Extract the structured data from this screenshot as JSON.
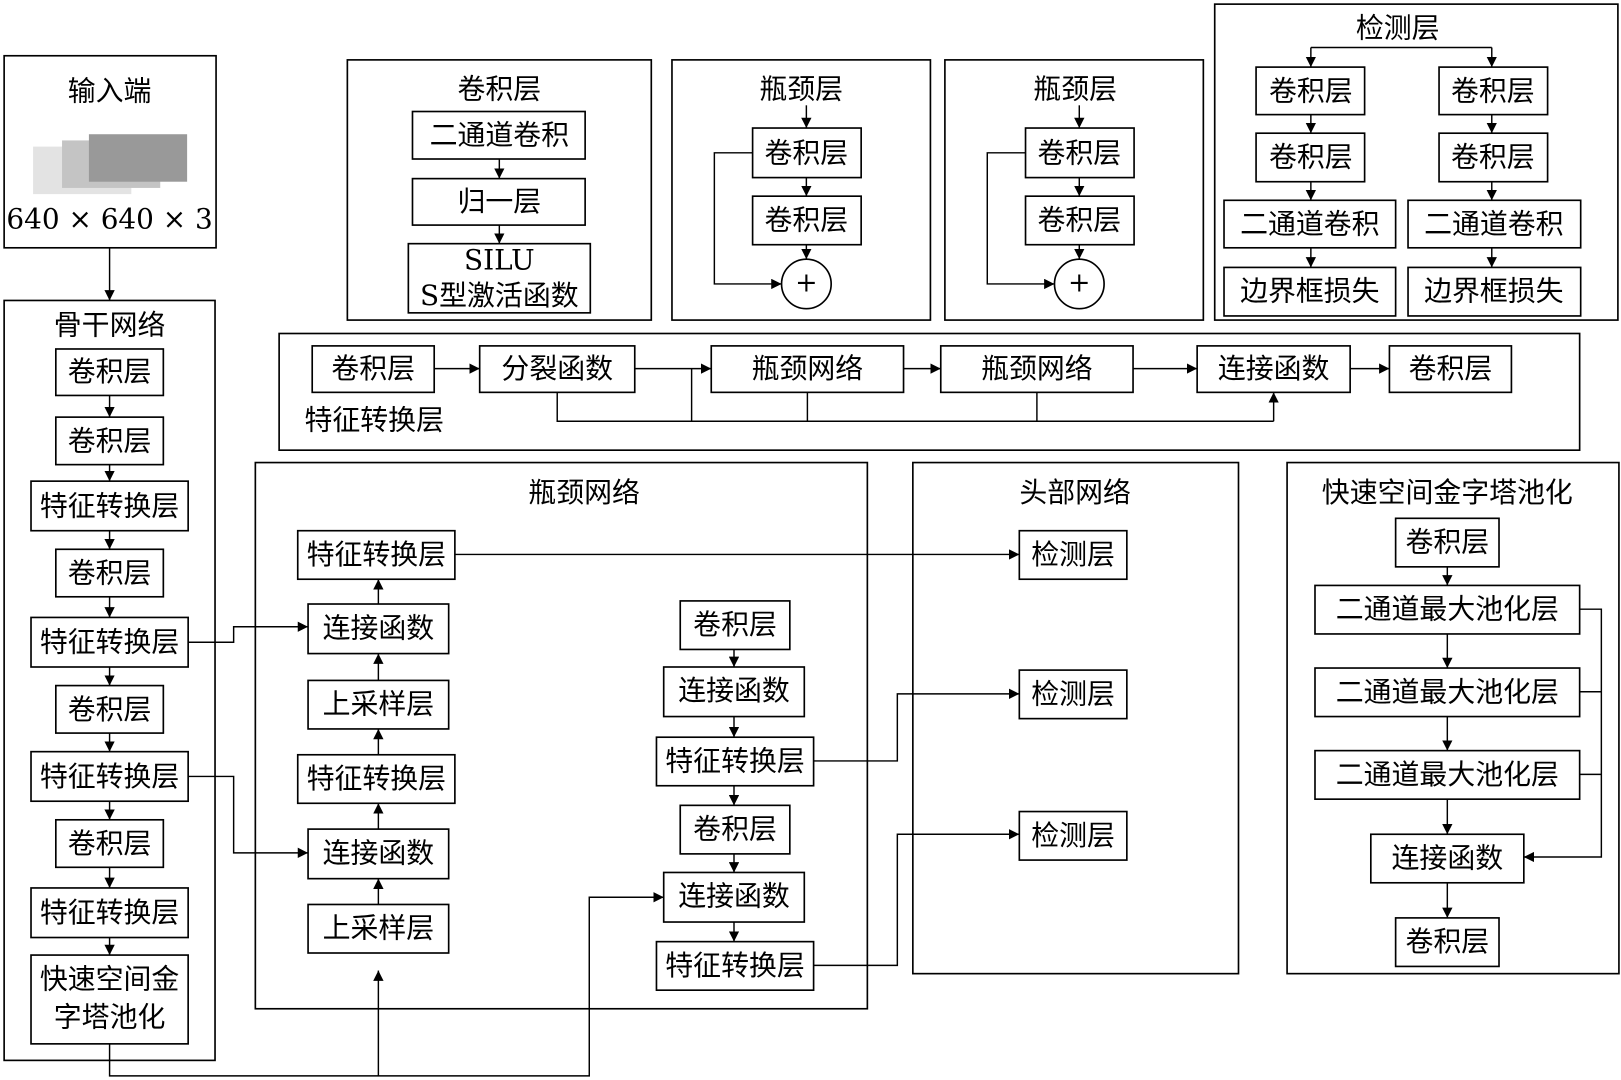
{
  "colors": {
    "stroke": "#000000",
    "background": "#ffffff",
    "image_light": "#e3e3e3",
    "image_mid": "#c4c4c4",
    "image_dark": "#999999"
  },
  "input": {
    "title": "输入端",
    "size": "640 × 640 × 3"
  },
  "backbone": {
    "title": "骨干网络",
    "items": [
      "卷积层",
      "卷积层",
      "特征转换层",
      "卷积层",
      "特征转换层",
      "卷积层",
      "特征转换层",
      "卷积层",
      "特征转换层"
    ],
    "sppf_line1": "快速空间金",
    "sppf_line2": "字塔池化"
  },
  "conv_block": {
    "title": "卷积层",
    "items": [
      "二通道卷积",
      "归一层"
    ],
    "act_line1": "SILU",
    "act_line2": "S型激活函数"
  },
  "bottleneck_a": {
    "title": "瓶颈层",
    "conv1": "卷积层",
    "conv2": "卷积层",
    "add_symbol": "+"
  },
  "bottleneck_b": {
    "title": "瓶颈层",
    "conv1": "卷积层",
    "conv2": "卷积层",
    "add_symbol": "+"
  },
  "detect_block": {
    "title": "检测层",
    "left": [
      "卷积层",
      "卷积层",
      "二通道卷积",
      "边界框损失"
    ],
    "right": [
      "卷积层",
      "卷积层",
      "二通道卷积",
      "边界框损失"
    ]
  },
  "c2f": {
    "label": "特征转换层",
    "items": [
      "卷积层",
      "分裂函数",
      "瓶颈网络",
      "瓶颈网络",
      "连接函数",
      "卷积层"
    ]
  },
  "neck": {
    "title": "瓶颈网络",
    "left": [
      "特征转换层",
      "连接函数",
      "上采样层",
      "特征转换层",
      "连接函数",
      "上采样层"
    ],
    "right": [
      "卷积层",
      "连接函数",
      "特征转换层",
      "卷积层",
      "连接函数",
      "特征转换层"
    ]
  },
  "head": {
    "title": "头部网络",
    "items": [
      "检测层",
      "检测层",
      "检测层"
    ]
  },
  "sppf": {
    "title": "快速空间金字塔池化",
    "items": [
      "卷积层",
      "二通道最大池化层",
      "二通道最大池化层",
      "二通道最大池化层",
      "连接函数",
      "卷积层"
    ]
  }
}
